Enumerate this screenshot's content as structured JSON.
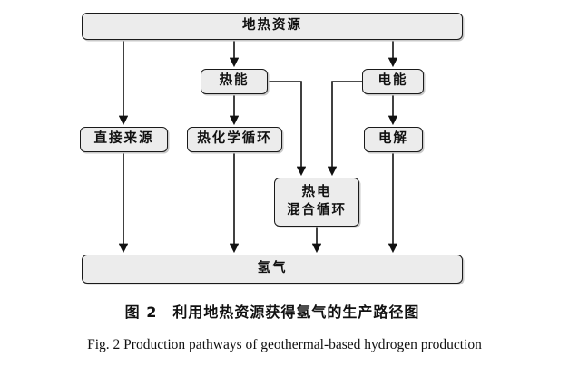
{
  "figure": {
    "nodes": {
      "geothermal_resource": "地热资源",
      "thermal_energy": "热能",
      "electric_energy": "电能",
      "direct_source": "直接来源",
      "thermochemical_cycle": "热化学循环",
      "electrolysis": "电解",
      "hybrid_cycle_line1": "热电",
      "hybrid_cycle_line2": "混合循环",
      "hydrogen": "氢气"
    },
    "edges": [
      {
        "from": "地热资源",
        "to": "直接来源"
      },
      {
        "from": "地热资源",
        "to": "热能"
      },
      {
        "from": "地热资源",
        "to": "电能"
      },
      {
        "from": "热能",
        "to": "热化学循环"
      },
      {
        "from": "热能",
        "to": "热电混合循环"
      },
      {
        "from": "电能",
        "to": "热电混合循环"
      },
      {
        "from": "电能",
        "to": "电解"
      },
      {
        "from": "直接来源",
        "to": "氢气"
      },
      {
        "from": "热化学循环",
        "to": "氢气"
      },
      {
        "from": "热电混合循环",
        "to": "氢气"
      },
      {
        "from": "电解",
        "to": "氢气"
      }
    ],
    "caption_zh": "图 2　利用地热资源获得氢气的生产路径图",
    "caption_en": "Fig. 2  Production pathways of geothermal-based hydrogen production"
  },
  "colors": {
    "background": "#ffffff",
    "node_fill": "#ececec",
    "node_border": "#1a1a1a",
    "arrow": "#111111"
  }
}
